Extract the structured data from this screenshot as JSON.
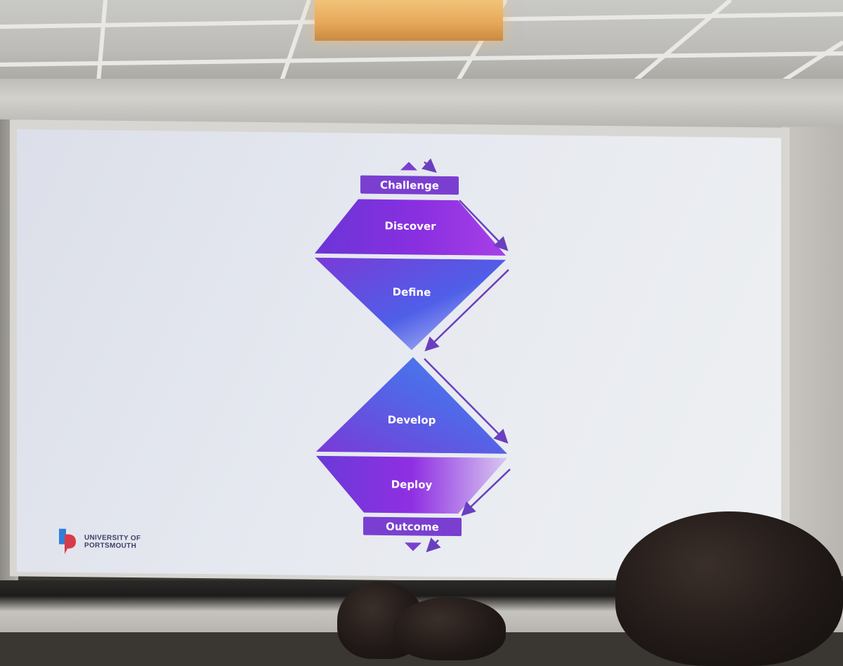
{
  "slide": {
    "stages": [
      {
        "label": "Discover"
      },
      {
        "label": "Define"
      },
      {
        "label": "Develop"
      },
      {
        "label": "Deploy"
      }
    ],
    "start_label": "Challenge",
    "end_label": "Outcome",
    "logo": {
      "line1": "UNIVERSITY OF",
      "line2": "PORTSMOUTH"
    }
  },
  "colors": {
    "purple": "#8a2fe0",
    "violet": "#6a3de0",
    "blue": "#4f5fe8",
    "label_bg": "#7a3fd0",
    "arrow": "#6a3fbf"
  }
}
